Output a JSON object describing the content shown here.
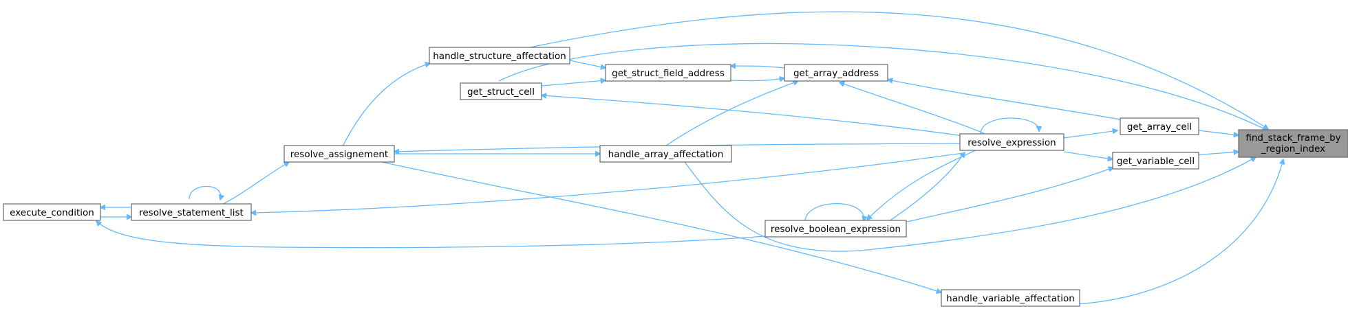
{
  "colors": {
    "edge": "#63b8ff",
    "node_border": "#666666",
    "node_fill": "#ffffff",
    "target_fill": "#999999",
    "text": "#000000"
  },
  "target": {
    "line1": "find_stack_frame_by",
    "line2": "_region_index"
  },
  "nodes": {
    "handle_structure_affectation": "handle_structure_affectation",
    "get_struct_field_address": "get_struct_field_address",
    "get_array_address": "get_array_address",
    "get_struct_cell": "get_struct_cell",
    "get_array_cell": "get_array_cell",
    "resolve_expression": "resolve_expression",
    "get_variable_cell": "get_variable_cell",
    "resolve_assignement": "resolve_assignement",
    "handle_array_affectation": "handle_array_affectation",
    "execute_condition": "execute_condition",
    "resolve_statement_list": "resolve_statement_list",
    "resolve_boolean_expression": "resolve_boolean_expression",
    "handle_variable_affectation": "handle_variable_affectation"
  }
}
